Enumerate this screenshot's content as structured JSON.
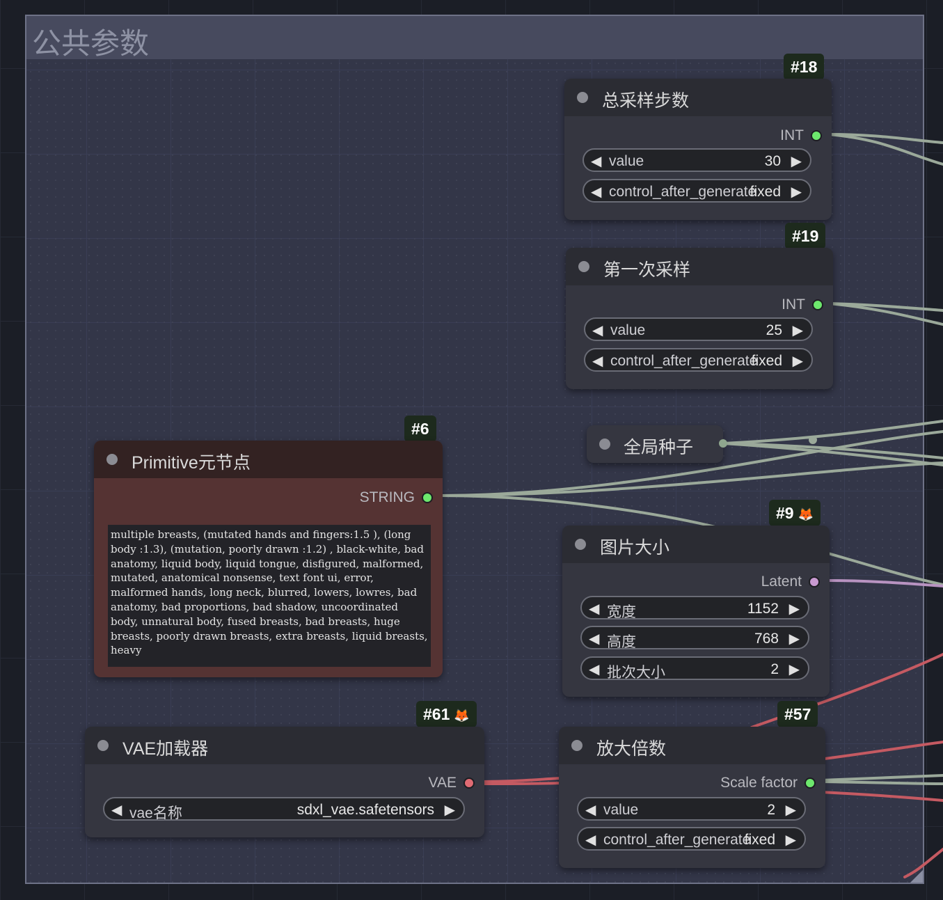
{
  "group": {
    "title": "公共参数"
  },
  "colors": {
    "int_port": "#6de86d",
    "latent_port": "#c99ad1",
    "vae_port": "#e06b73",
    "string_port": "#6de86d",
    "wire_green": "#9ba99a",
    "wire_pink": "#c55a62",
    "wire_purple": "#b893c1"
  },
  "nodes": {
    "total_steps": {
      "badge": "#18",
      "title": "总采样步数",
      "output": "INT",
      "widgets": [
        {
          "label": "value",
          "value": "30"
        },
        {
          "label": "control_after_generate",
          "value": "fixed"
        }
      ]
    },
    "first_sample": {
      "badge": "#19",
      "title": "第一次采样",
      "output": "INT",
      "widgets": [
        {
          "label": "value",
          "value": "25"
        },
        {
          "label": "control_after_generate",
          "value": "fixed"
        }
      ]
    },
    "global_seed": {
      "title": "全局种子"
    },
    "primitive": {
      "badge": "#6",
      "title": "Primitive元节点",
      "output": "STRING",
      "text": "multiple breasts, (mutated hands and fingers:1.5 ), (long body :1.3), (mutation, poorly drawn :1.2) , black-white, bad anatomy, liquid body, liquid tongue, disfigured, malformed, mutated, anatomical nonsense, text font ui, error, malformed hands, long neck, blurred, lowers, lowres, bad anatomy, bad proportions, bad shadow, uncoordinated body, unnatural body, fused breasts, bad breasts, huge breasts, poorly drawn breasts, extra breasts, liquid breasts, heavy"
    },
    "image_size": {
      "badge": "#9",
      "title": "图片大小",
      "output": "Latent",
      "widgets": [
        {
          "label": "宽度",
          "value": "1152"
        },
        {
          "label": "高度",
          "value": "768"
        },
        {
          "label": "批次大小",
          "value": "2"
        }
      ]
    },
    "vae_loader": {
      "badge": "#61",
      "title": "VAE加载器",
      "output": "VAE",
      "widgets": [
        {
          "label": "vae名称",
          "value": "sdxl_vae.safetensors"
        }
      ]
    },
    "scale": {
      "badge": "#57",
      "title": "放大倍数",
      "output": "Scale factor",
      "widgets": [
        {
          "label": "value",
          "value": "2"
        },
        {
          "label": "control_after_generate",
          "value": "fixed"
        }
      ]
    }
  },
  "icons": {
    "badge_extra": "fox-icon",
    "decrement": "arrow-left-icon",
    "increment": "arrow-right-icon"
  },
  "glyphs": {
    "left": "◀",
    "right": "▶",
    "fox": "🦊"
  }
}
